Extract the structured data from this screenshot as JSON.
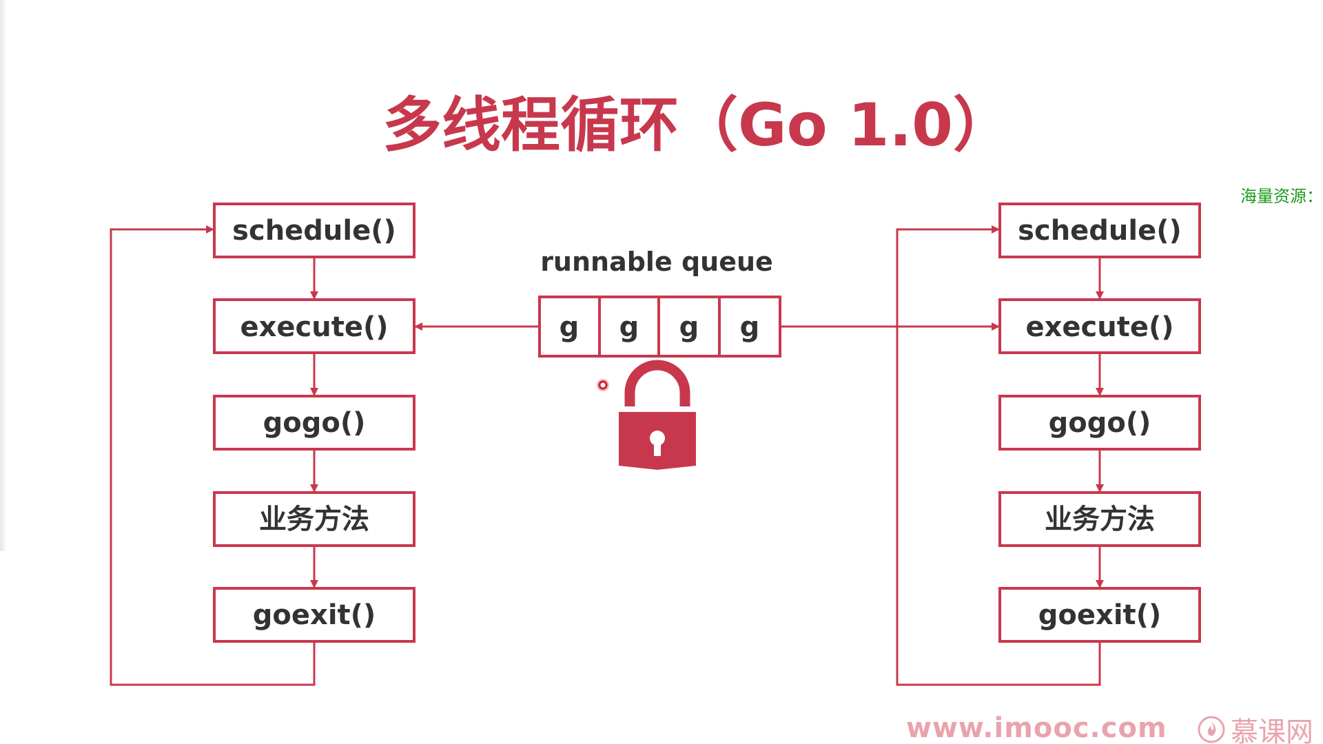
{
  "title": "多线程循环（Go 1.0）",
  "side_note": "海量资源：",
  "queue": {
    "label": "runnable queue",
    "items": [
      "g",
      "g",
      "g",
      "g"
    ]
  },
  "left_loop": {
    "steps": [
      "schedule()",
      "execute()",
      "gogo()",
      "业务方法",
      "goexit()"
    ]
  },
  "right_loop": {
    "steps": [
      "schedule()",
      "execute()",
      "gogo()",
      "业务方法",
      "goexit()"
    ]
  },
  "footer": {
    "url": "www.imooc.com",
    "brand": "慕课网"
  },
  "colors": {
    "accent": "#c8384d",
    "text": "#333333",
    "watermark": "#e9a3ad",
    "side_note": "#1a9a1a"
  },
  "icons": {
    "lock": "lock-icon",
    "brand": "flame-icon"
  }
}
